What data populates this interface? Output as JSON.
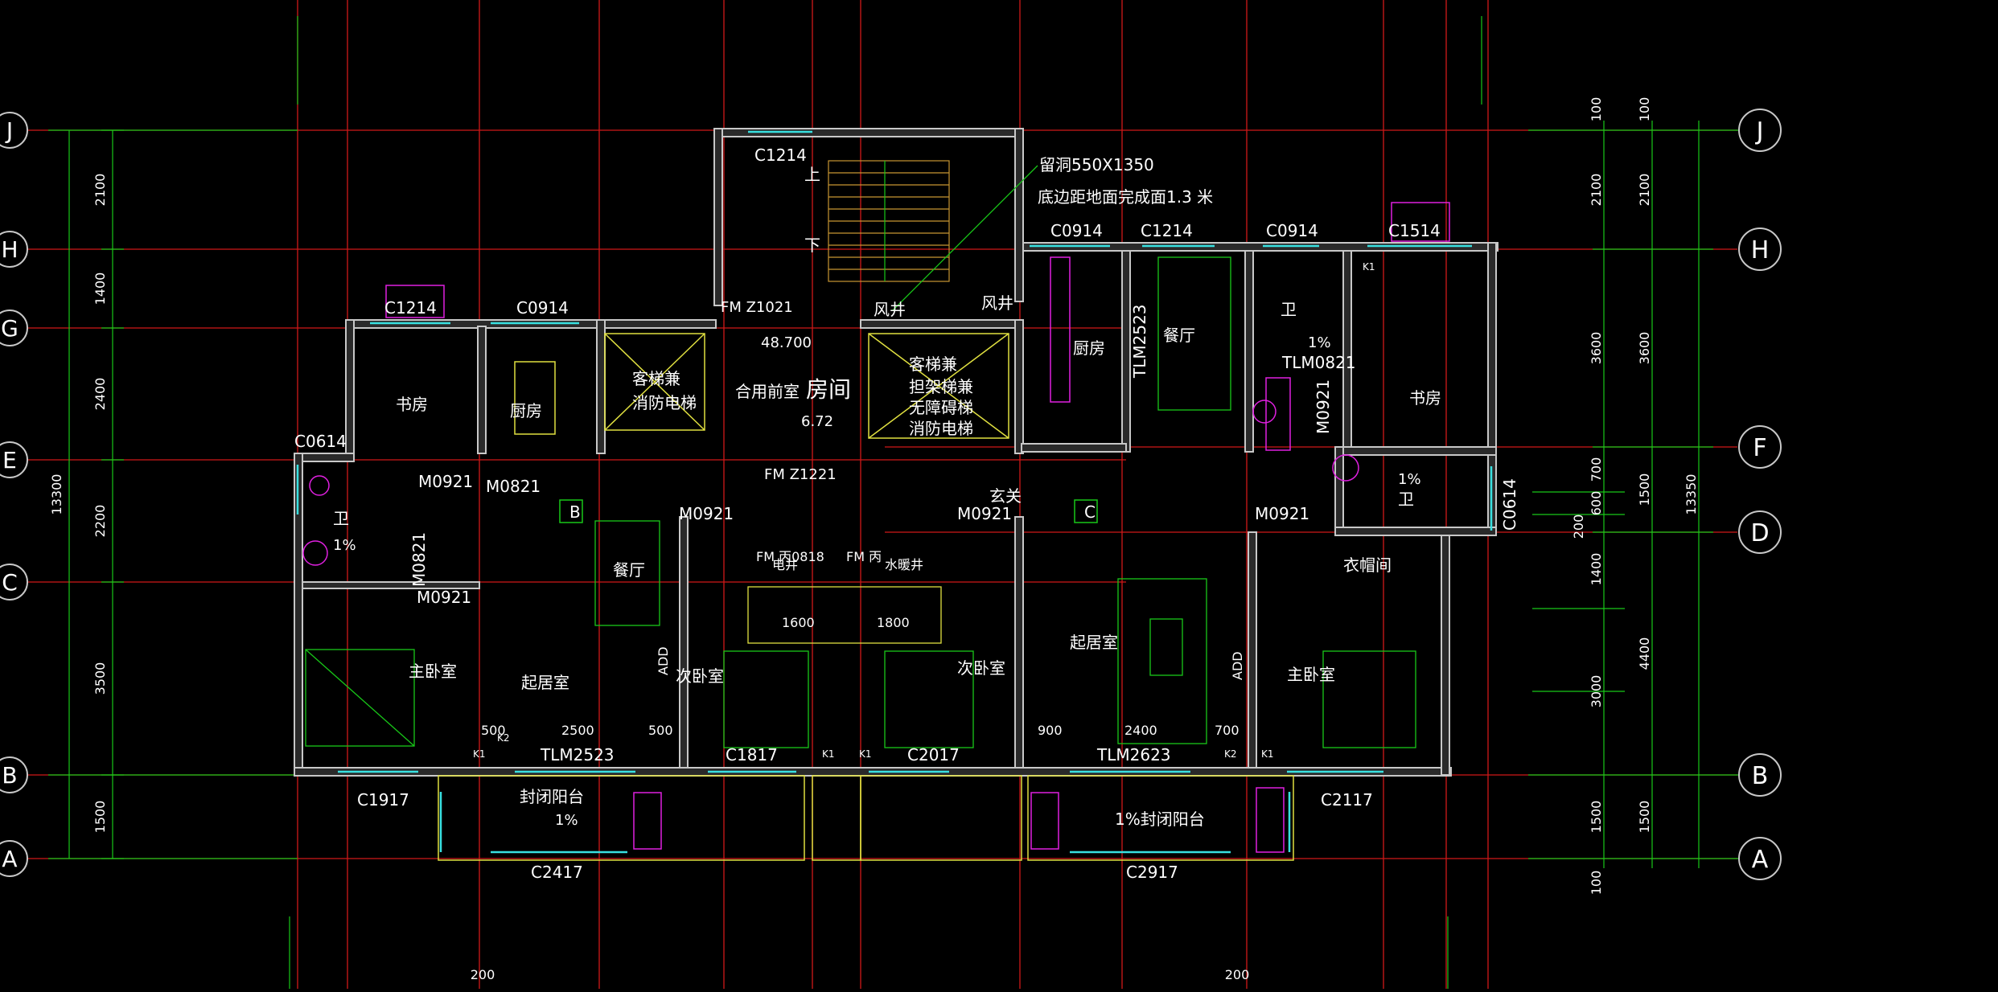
{
  "colors": {
    "background": "#000000",
    "axis_line": "#d01818",
    "dim_line": "#18c818",
    "wall": "#c8c8c8",
    "wall_fill": "#2a2a2a",
    "window": "#38e0e0",
    "text": "#ffffff",
    "magenta": "#e020e0",
    "yellow": "#e0e040",
    "brown": "#c89632"
  },
  "axes_left": [
    "J",
    "H",
    "G",
    "E",
    "C",
    "B",
    "A"
  ],
  "axes_right": [
    "J",
    "H",
    "F",
    "D",
    "B",
    "A"
  ],
  "dims_left_seg": [
    "2100",
    "1400",
    "2400",
    "2200",
    "3500",
    "1500"
  ],
  "dim_left_total": "13300",
  "dims_right_a": [
    "100",
    "2100",
    "3600",
    "700",
    "600",
    "200",
    "1400",
    "3000",
    "1500",
    "100"
  ],
  "dims_right_b": [
    "100",
    "2100",
    "3600",
    "1500",
    "4400",
    "1500"
  ],
  "dim_right_total": "13350",
  "dims_bottom": [
    "200",
    "200"
  ],
  "labels": {
    "stair_window": "C1214",
    "up": "上",
    "down": "下",
    "hole_note_1": "留洞550X1350",
    "hole_note_2": "底边距地面完成面1.3  米",
    "fm_z1021": "FM  Z1021",
    "fm_z1221": "FM  Z1221",
    "wind_shaft_1": "风井",
    "wind_shaft_2": "风井",
    "elev_left_1": "客梯兼",
    "elev_left_2": "消防电梯",
    "elev_right_1": "客梯兼",
    "elev_right_2": "担架梯兼",
    "elev_right_3": "无障碍梯",
    "elev_right_4": "消防电梯",
    "lobby": "合用前室",
    "room": "房间",
    "elevation": "48.700",
    "area": "6.72",
    "left_window_study": "C1214",
    "left_window_kitchen": "C0914",
    "left_study": "书房",
    "left_kitchen": "厨房",
    "left_c0614": "C0614",
    "left_m0921_a": "M0921",
    "left_m0821_a": "M0821",
    "left_bath": "卫",
    "left_bath_slope": "1%",
    "left_m0821_b": "M0821",
    "left_m0921_b": "M0921",
    "left_m0921_c": "M0921",
    "tag_b": "B",
    "left_dining": "餐厅",
    "left_living": "起居室",
    "left_master": "主卧室",
    "left_second": "次卧室",
    "add_1": "ADD",
    "fm_1": "FM  丙0818",
    "fm_2": "FM  丙",
    "shaft_e": "电井",
    "shaft_w": "水暖井",
    "d1600": "1600",
    "d1800": "1800",
    "d500a": "500",
    "d2500": "2500",
    "d500b": "500",
    "k2_a": "K2",
    "k1_a": "K1",
    "k1_b": "K1",
    "k1_c": "K1",
    "tlm2523": "TLM2523",
    "c1817": "C1817",
    "c2017": "C2017",
    "c1917": "C1917",
    "c2417": "C2417",
    "closed_balcony_l": "封闭阳台",
    "balcony_slope_l": "1%",
    "right_c0914_a": "C0914",
    "right_c1214": "C1214",
    "right_c0914_b": "C0914",
    "right_c1514": "C1514",
    "right_kitchen": "厨房",
    "right_dining": "餐厅",
    "tlm2523_v": "TLM2523",
    "right_bath": "卫",
    "right_bath_slope": "1%",
    "tlm0821": "TLM0821",
    "m0921_v": "M0921",
    "right_study": "书房",
    "right_bath2": "卫",
    "right_bath2_slope": "1%",
    "c0614_r": "C0614",
    "entry": "玄关",
    "tag_c": "C",
    "right_m0921_a": "M0921",
    "right_m0921_b": "M0921",
    "cloak": "衣帽间",
    "right_living": "起居室",
    "right_master": "主卧室",
    "right_second": "次卧室",
    "add_2": "ADD",
    "d900": "900",
    "d2400": "2400",
    "d700": "700",
    "tlm2623": "TLM2623",
    "k2_b": "K2",
    "k1_d": "K1",
    "k1_e": "K1",
    "c2117": "C2117",
    "c2917": "C2917",
    "closed_balcony_r": "1%封闭阳台"
  }
}
